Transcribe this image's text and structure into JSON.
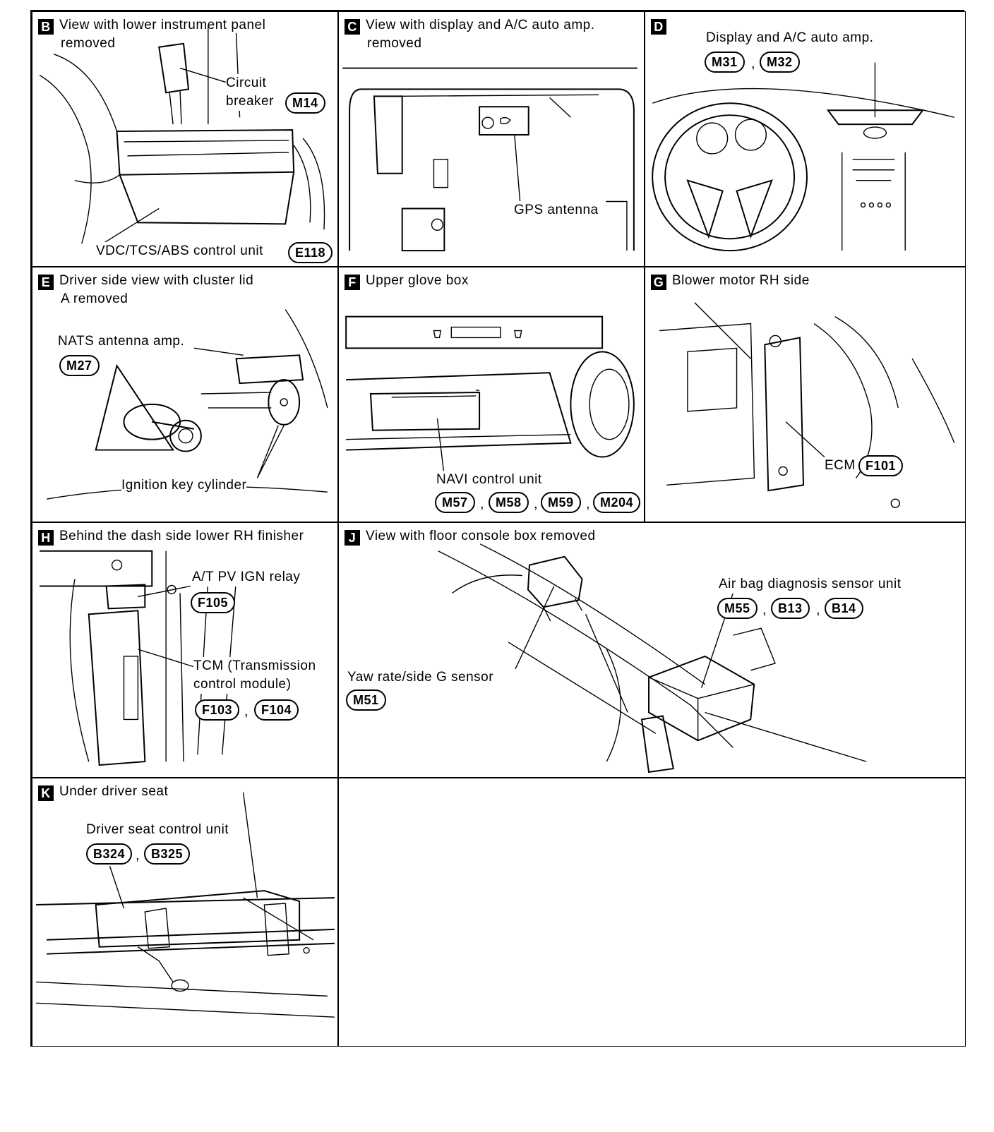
{
  "panels": {
    "B": {
      "letter": "B",
      "title_line1": "View with lower instrument panel",
      "title_line2": "removed",
      "component_a": "Circuit",
      "component_a2": "breaker",
      "connector_a": "M14",
      "component_b": "VDC/TCS/ABS control unit",
      "connector_b": "E118"
    },
    "C": {
      "letter": "C",
      "title_line1": "View with display and A/C auto amp.",
      "title_line2": "removed",
      "component": "GPS antenna"
    },
    "D": {
      "letter": "D",
      "component": "Display and A/C auto amp.",
      "connectors": [
        "M31",
        "M32"
      ]
    },
    "E": {
      "letter": "E",
      "title_line1": "Driver side view with cluster lid",
      "title_line2": "A removed",
      "component_a": "NATS antenna amp.",
      "connector_a": "M27",
      "component_b": "Ignition key cylinder"
    },
    "F": {
      "letter": "F",
      "title": "Upper glove box",
      "component": "NAVI control unit",
      "connectors": [
        "M57",
        "M58",
        "M59",
        "M204"
      ]
    },
    "G": {
      "letter": "G",
      "title": "Blower motor RH side",
      "component": "ECM",
      "connector": "F101"
    },
    "H": {
      "letter": "H",
      "title": "Behind the dash side lower RH finisher",
      "component_a": "A/T PV IGN relay",
      "connector_a": "F105",
      "component_b1": "TCM (Transmission",
      "component_b2": "control module)",
      "connectors_b": [
        "F103",
        "F104"
      ]
    },
    "J": {
      "letter": "J",
      "title": "View with floor console box removed",
      "component_a": "Air bag diagnosis sensor unit",
      "connectors_a": [
        "M55",
        "B13",
        "B14"
      ],
      "component_b": "Yaw rate/side G sensor",
      "connector_b": "M51"
    },
    "K": {
      "letter": "K",
      "title": "Under driver seat",
      "component": "Driver seat control unit",
      "connectors": [
        "B324",
        "B325"
      ]
    },
    "separator": ","
  }
}
